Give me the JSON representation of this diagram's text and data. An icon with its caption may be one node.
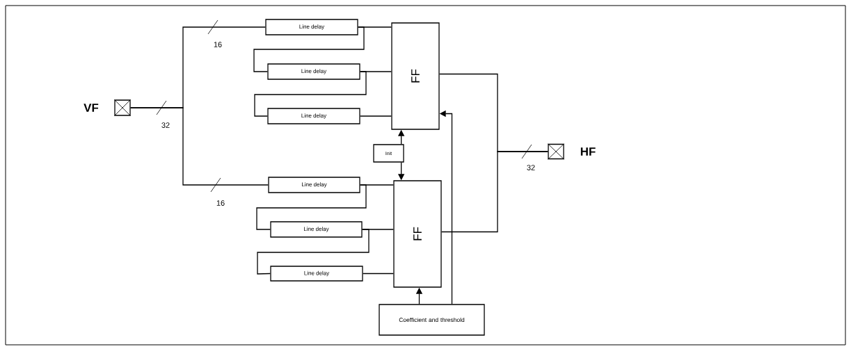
{
  "diagram": {
    "nodes": [
      {
        "text": [
          "VF"
        ]
      },
      {
        "text": [
          "Line delay"
        ]
      },
      {
        "text": [
          "Line delay"
        ]
      },
      {
        "text": [
          "Line delay"
        ]
      },
      {
        "text": [
          "FF"
        ]
      },
      {
        "text": [
          "Init"
        ]
      },
      {
        "text": [
          "Line delay"
        ]
      },
      {
        "text": [
          "Line delay"
        ]
      },
      {
        "text": [
          "Line delay"
        ]
      },
      {
        "text": [
          "FF"
        ]
      },
      {
        "text": [
          "Coefficient and threshold"
        ]
      },
      {
        "text": [
          "HF"
        ]
      }
    ],
    "edges": [
      {
        "from": 0,
        "to": 1,
        "arrow": "none"
      },
      {
        "from": 0,
        "to": 6,
        "arrow": "none"
      },
      {
        "from": 1,
        "to": 4,
        "arrow": "none"
      },
      {
        "from": 1,
        "to": 2,
        "arrow": "none"
      },
      {
        "from": 2,
        "to": 4,
        "arrow": "none"
      },
      {
        "from": 2,
        "to": 3,
        "arrow": "none"
      },
      {
        "from": 3,
        "to": 4,
        "arrow": "none"
      },
      {
        "from": 5,
        "to": 4,
        "arrow": "to"
      },
      {
        "from": 5,
        "to": 9,
        "arrow": "to"
      },
      {
        "from": 6,
        "to": 9,
        "arrow": "none"
      },
      {
        "from": 6,
        "to": 7,
        "arrow": "none"
      },
      {
        "from": 7,
        "to": 9,
        "arrow": "none"
      },
      {
        "from": 7,
        "to": 8,
        "arrow": "none"
      },
      {
        "from": 8,
        "to": 9,
        "arrow": "none"
      },
      {
        "from": 10,
        "to": 9,
        "arrow": "to"
      },
      {
        "from": 10,
        "to": 4,
        "arrow": "to"
      },
      {
        "from": 4,
        "to": 11,
        "arrow": "none"
      },
      {
        "from": 9,
        "to": 11,
        "arrow": "none"
      }
    ],
    "labels": [
      "16",
      "32",
      "32",
      "16"
    ]
  }
}
